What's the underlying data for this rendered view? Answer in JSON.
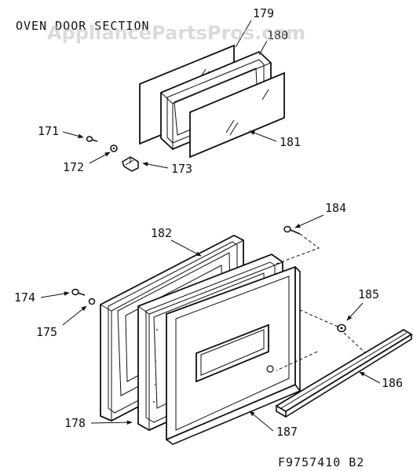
{
  "title": "OVEN DOOR SECTION",
  "watermark": "AppliancePartsPros.com",
  "drawing_code": "F9757410 B2",
  "callouts": {
    "c171": "171",
    "c172": "172",
    "c173": "173",
    "c179": "179",
    "c180": "180",
    "c181": "181",
    "c182": "182",
    "c184": "184",
    "c185": "185",
    "c186": "186",
    "c174": "174",
    "c175": "175",
    "c178": "178",
    "c187": "187"
  }
}
